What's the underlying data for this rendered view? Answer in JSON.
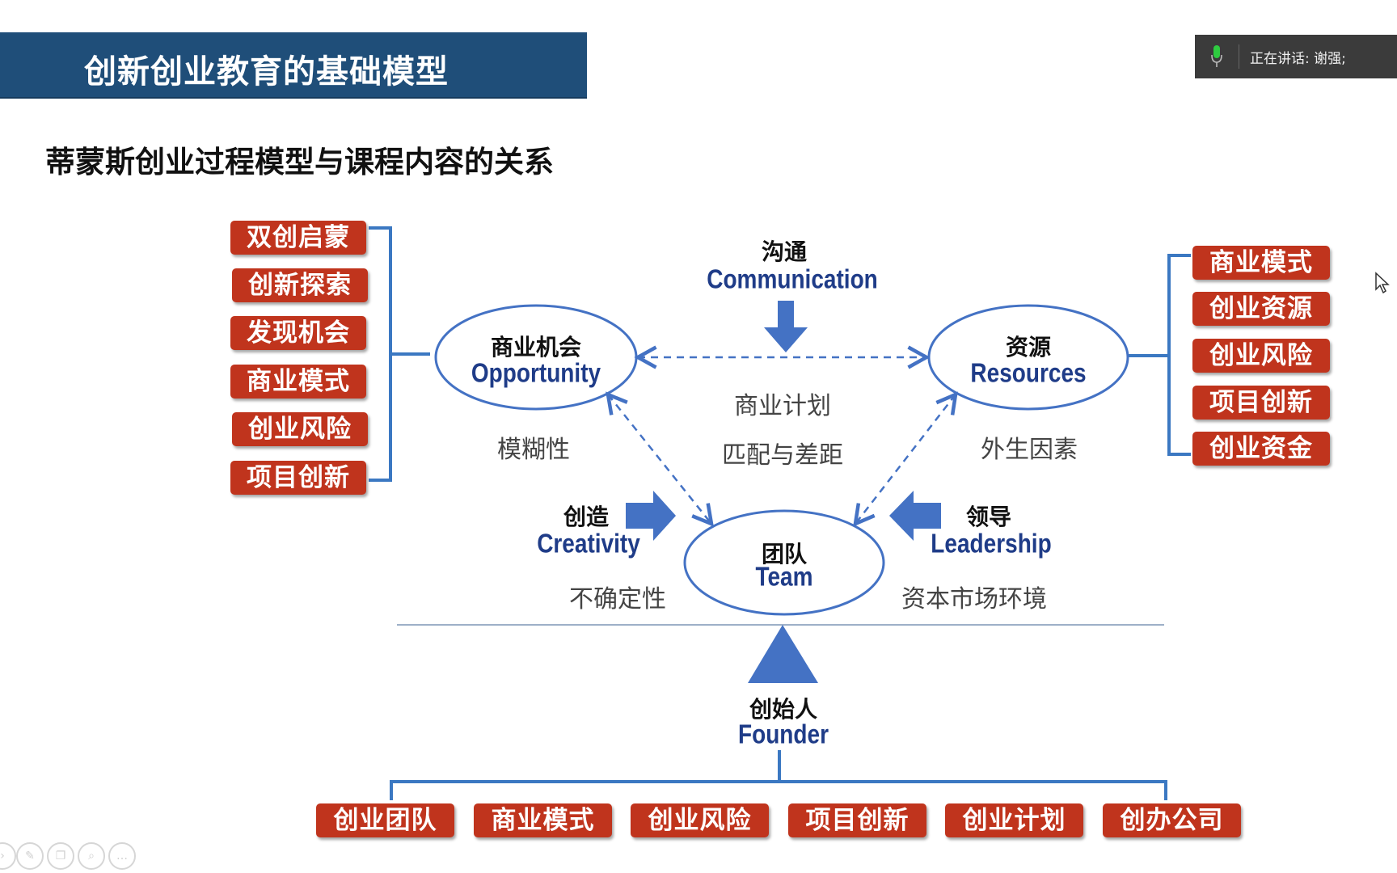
{
  "header": {
    "title": "创新创业教育的基础模型"
  },
  "subtitle": "蒂蒙斯创业过程模型与课程内容的关系",
  "speaker_panel": {
    "text": "正在讲话: 谢强;",
    "icon": "microphone-icon"
  },
  "colors": {
    "title_bar": "#1f4e79",
    "tag": "#c0341d",
    "blue": "#4472c4",
    "dark_blue": "#1f3c88"
  },
  "left_tags": [
    "双创启蒙",
    "创新探索",
    "发现机会",
    "商业模式",
    "创业风险",
    "项目创新"
  ],
  "right_tags": [
    "商业模式",
    "创业资源",
    "创业风险",
    "项目创新",
    "创业资金"
  ],
  "bottom_tags": [
    "创业团队",
    "商业模式",
    "创业风险",
    "项目创新",
    "创业计划",
    "创办公司"
  ],
  "diagram": {
    "opportunity": {
      "zh": "商业机会",
      "en": "Opportunity"
    },
    "resources": {
      "zh": "资源",
      "en": "Resources"
    },
    "team": {
      "zh": "团队",
      "en": "Team"
    },
    "communication": {
      "zh": "沟通",
      "en": "Communication"
    },
    "creativity": {
      "zh": "创造",
      "en": "Creativity"
    },
    "leadership": {
      "zh": "领导",
      "en": "Leadership"
    },
    "founder": {
      "zh": "创始人",
      "en": "Founder"
    },
    "business_plan": "商业计划",
    "fit_and_gap": "匹配与差距",
    "ambiguity": "模糊性",
    "exogenous": "外生因素",
    "uncertainty": "不确定性",
    "capital_market": "资本市场环境"
  },
  "toolbar_icons": [
    "pointer-icon",
    "pen-icon",
    "copy-icon",
    "zoom-icon",
    "more-icon"
  ]
}
